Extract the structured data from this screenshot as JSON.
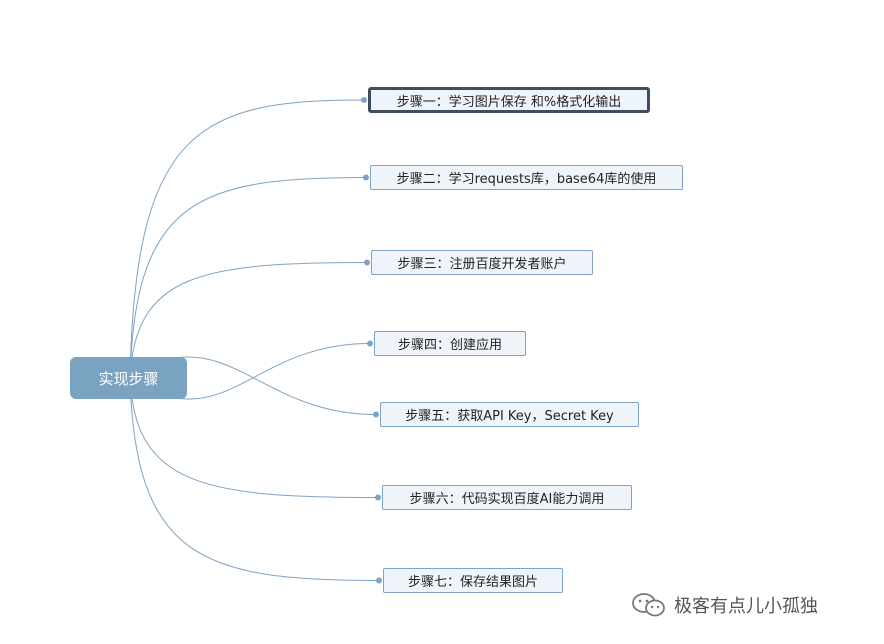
{
  "root": {
    "label": "实现步骤"
  },
  "steps": [
    {
      "label": "步骤一：学习图片保存 和%格式化输出",
      "selected": true
    },
    {
      "label": "步骤二：学习requests库，base64库的使用",
      "selected": false
    },
    {
      "label": "步骤三：注册百度开发者账户",
      "selected": false
    },
    {
      "label": "步骤四：创建应用",
      "selected": false
    },
    {
      "label": "步骤五：获取API Key，Secret Key",
      "selected": false
    },
    {
      "label": "步骤六：代码实现百度AI能力调用",
      "selected": false
    },
    {
      "label": "步骤七：保存结果图片",
      "selected": false
    }
  ],
  "colors": {
    "root_bg": "#7aa2c1",
    "edge": "#7fa3c4",
    "node_bg": "#eef4f9",
    "selected_border": "#3d4f5f"
  },
  "watermark": {
    "text": "极客有点儿小孤独",
    "icon": "wechat-icon"
  }
}
